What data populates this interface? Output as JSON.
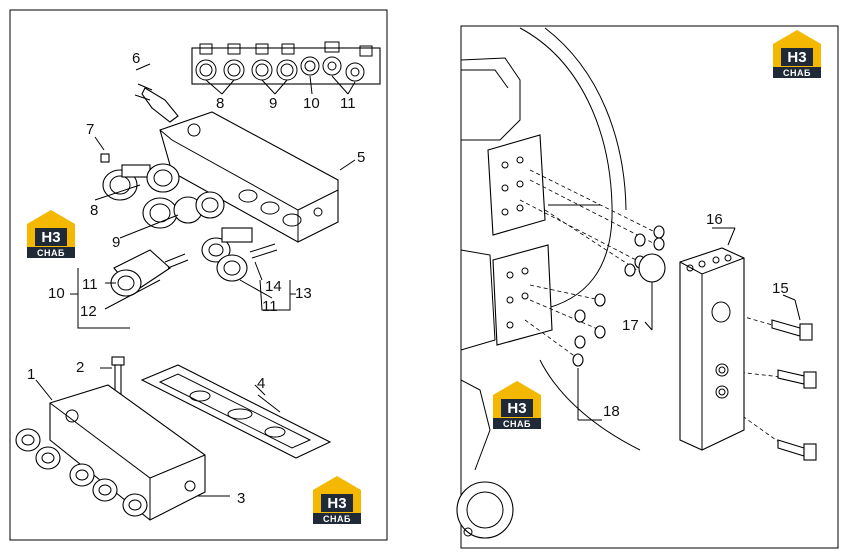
{
  "logo": {
    "top": "H3",
    "bottom": "СНАБ",
    "color_yellow": "#f5b800",
    "color_dark": "#1f2a36"
  },
  "left_panel": {
    "callouts": [
      "6",
      "8",
      "9",
      "10",
      "11",
      "7",
      "5",
      "8",
      "9",
      "11",
      "10",
      "12",
      "14",
      "13",
      "11",
      "1",
      "2",
      "4",
      "3"
    ]
  },
  "right_panel": {
    "callouts": [
      "16",
      "15",
      "17",
      "18"
    ]
  }
}
